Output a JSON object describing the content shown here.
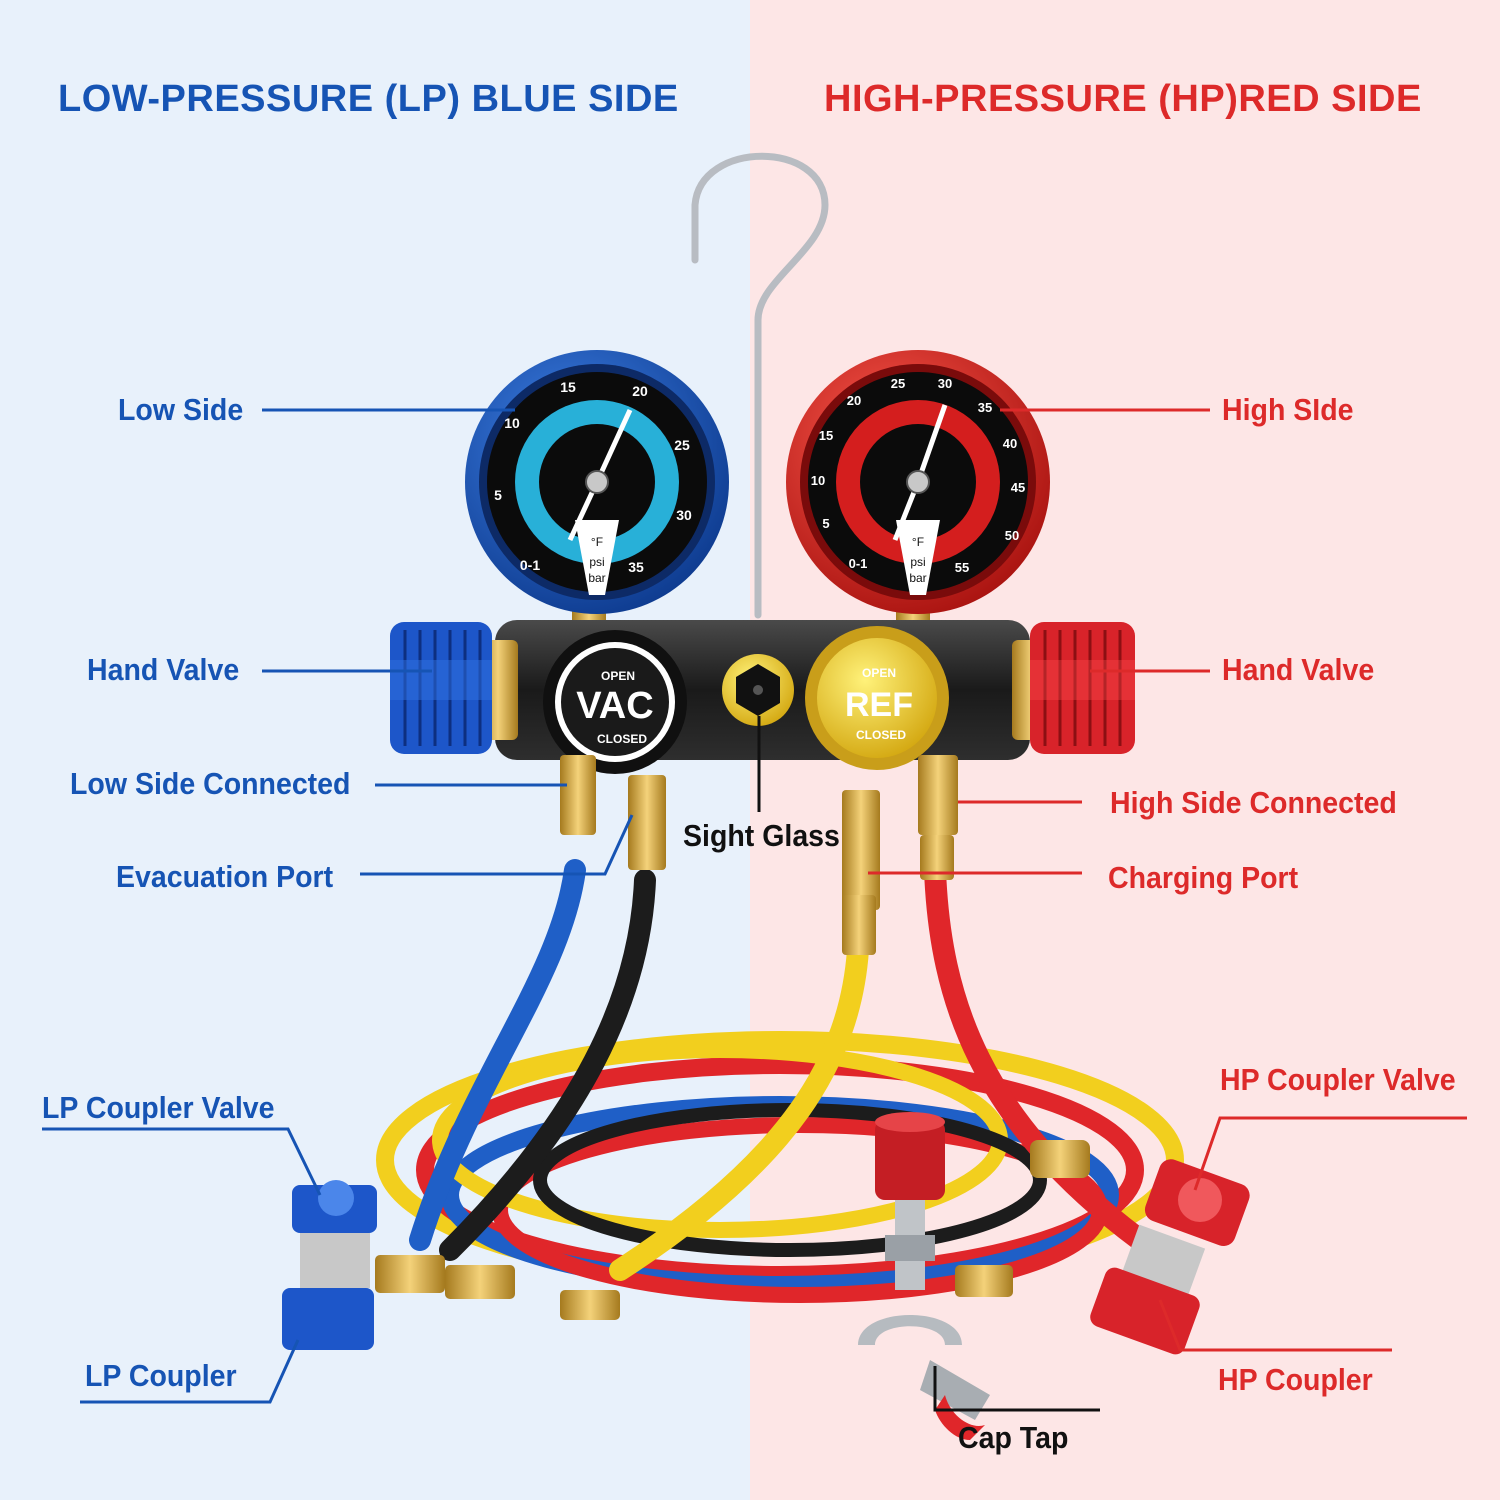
{
  "headings": {
    "low_side": "LOW-PRESSURE (LP) BLUE SIDE",
    "high_side": "HIGH-PRESSURE (HP)RED SIDE"
  },
  "labels": {
    "low_side": "Low Side",
    "high_side": "High SIde",
    "hand_valve_left": "Hand Valve",
    "hand_valve_right": "Hand Valve",
    "low_side_connected": "Low Side Connected",
    "high_side_connected": "High Side Connected",
    "evacuation_port": "Evacuation Port",
    "charging_port": "Charging Port",
    "sight_glass": "Sight Glass",
    "lp_coupler_valve": "LP Coupler Valve",
    "hp_coupler_valve": "HP Coupler Valve",
    "lp_coupler": "LP Coupler",
    "hp_coupler": "HP Coupler",
    "cap_tap": "Cap Tap"
  },
  "knobs": {
    "vac": {
      "text": "VAC",
      "open": "OPEN",
      "closed": "CLOSED"
    },
    "ref": {
      "text": "REF",
      "open": "OPEN",
      "closed": "CLOSED"
    }
  },
  "gauges": {
    "low": {
      "numbers": [
        "15",
        "20",
        "10",
        "25",
        "5",
        "30",
        "0-1",
        "35"
      ],
      "unit_f": "°F",
      "unit_psi": "psi",
      "unit_bar": "bar"
    },
    "high": {
      "numbers": [
        "25",
        "30",
        "20",
        "35",
        "15",
        "40",
        "10",
        "45",
        "5",
        "50",
        "0-1",
        "55"
      ],
      "unit_f": "°F",
      "unit_psi": "psi",
      "unit_bar": "bar"
    }
  },
  "colors": {
    "lp_blue": "#1654b4",
    "hp_red": "#dd2a2a",
    "bg_left": "#e8f1fb",
    "bg_right": "#fde6e6",
    "hose_yellow": "#f2cf1e",
    "hose_black": "#1c1c1c"
  }
}
